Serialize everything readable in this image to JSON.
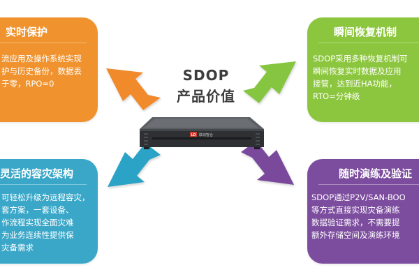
{
  "center": {
    "line1": "SDOP",
    "line2": "产品价值",
    "server_logo": "LD",
    "server_brand": "联动智合"
  },
  "cards": {
    "top_left": {
      "title": "实时保护",
      "lines": [
        "流应用及操作系统实现",
        "护与历史备份，数据丢",
        "于零，RPO=0"
      ],
      "color": "#f0932f"
    },
    "top_right": {
      "title": "瞬间恢复机制",
      "lines": [
        "SDOP采用多种恢复机制可",
        "瞬间恢复实时数据及应用",
        "接管，达到近HA功能，",
        "RTO=分钟级"
      ],
      "color": "#8cc63e"
    },
    "bottom_left": {
      "title": "灵活的容灾架构",
      "lines": [
        "可轻松升级为远程容灾，",
        "套方案，一套设备、",
        "作流程实现全面灾难",
        "为业务连续性提供保",
        "灾备需求"
      ],
      "color": "#3aa7c9"
    },
    "bottom_right": {
      "title": "随时演练及验证",
      "lines": [
        "SDOP通过P2V/SAN-BOO",
        "等方式直接实现灾备演练",
        "数据验证需求，不需要提",
        "额外存储空间及演练环境"
      ],
      "color": "#7c4c9e"
    }
  },
  "arrows": {
    "top_left": "#f08a2c",
    "top_right": "#86c540",
    "bottom_left": "#2aa3c6",
    "bottom_right": "#7a4a9c"
  }
}
